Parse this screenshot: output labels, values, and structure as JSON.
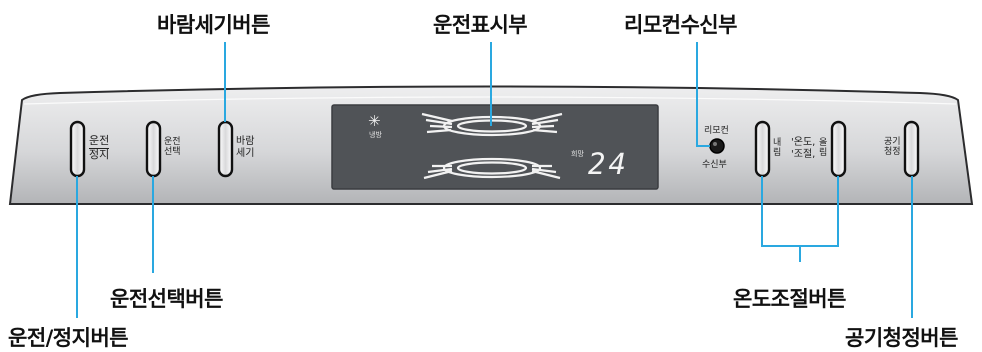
{
  "callouts": {
    "wind_strength_button": "바람세기버튼",
    "display_unit": "운전표시부",
    "remote_receiver": "리모컨수신부",
    "mode_select_button": "운전선택버튼",
    "temp_control_button": "온도조절버튼",
    "run_stop_button": "운전/정지버튼",
    "air_clean_button": "공기청정버튼"
  },
  "panel": {
    "run_stop_line1": "운전",
    "run_stop_line2": "정지",
    "mode_line1": "운전",
    "mode_line2": "선택",
    "wind_line1": "바람",
    "wind_line2": "세기",
    "remote_line1": "리모컨",
    "remote_line2": "수신부",
    "temp_down_line1": "내",
    "temp_down_line2": "림",
    "temp_center_line1": "온도",
    "temp_center_line2": "조절",
    "temp_up_line1": "올",
    "temp_up_line2": "림",
    "air_line1": "공기",
    "air_line2": "청정"
  },
  "display": {
    "cooling_icon": "snowflake-icon",
    "cooling_label": "냉방",
    "target_label": "희망",
    "temperature": "24"
  },
  "colors": {
    "leader_line": "#2aa8e0",
    "display_bg": "#505357",
    "panel_light": "#e4e4e6",
    "panel_dark": "#a9aaad"
  }
}
